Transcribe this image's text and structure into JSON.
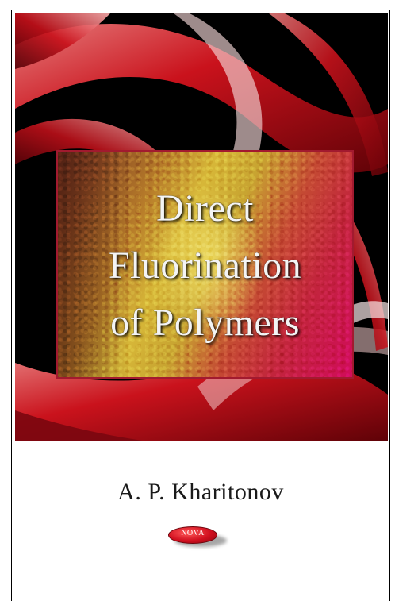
{
  "book": {
    "title_lines": [
      "Direct",
      "Fluorination",
      "of Polymers"
    ],
    "author": "A. P. Kharitonov",
    "publisher_logo_text": "NOVA"
  },
  "colors": {
    "background": "#000000",
    "ribbon": "#d8141f",
    "title_text": "#f4f4f4",
    "author_text": "#1a1a1a",
    "logo": "#d10f1f"
  }
}
